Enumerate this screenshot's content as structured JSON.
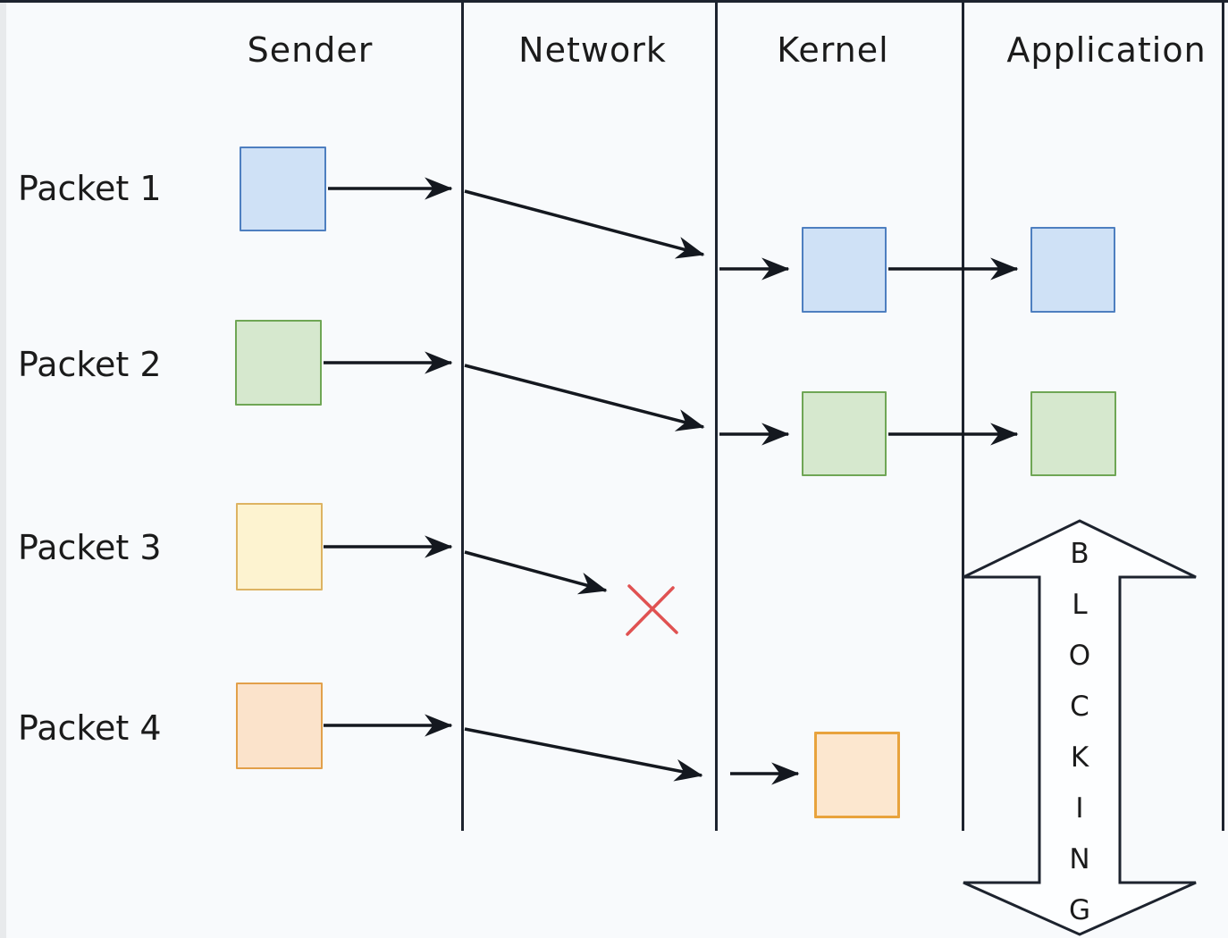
{
  "diagram": {
    "columns": [
      {
        "label": "Sender"
      },
      {
        "label": "Network"
      },
      {
        "label": "Kernel"
      },
      {
        "label": "Application"
      }
    ],
    "rows": [
      {
        "label": "Packet 1",
        "status": "delivered to application"
      },
      {
        "label": "Packet 2",
        "status": "delivered to application"
      },
      {
        "label": "Packet 3",
        "status": "dropped in network"
      },
      {
        "label": "Packet 4",
        "status": "held in kernel"
      }
    ],
    "blocking": {
      "label": "BLOCKING"
    },
    "colors": {
      "packet1": {
        "fill": "#cfe1f6",
        "border": "#4e7fc0"
      },
      "packet2": {
        "fill": "#d6e8ce",
        "border": "#6fa655"
      },
      "packet3": {
        "fill": "#fdf3d0",
        "border": "#ddb362"
      },
      "packet4": {
        "fill": "#fbe3cb",
        "border": "#e2a04a"
      },
      "packet4_kernel": {
        "fill": "#fce7cf",
        "border": "#e8a33d"
      },
      "dropped_x": "#e05252",
      "line": "#1d232e"
    }
  }
}
